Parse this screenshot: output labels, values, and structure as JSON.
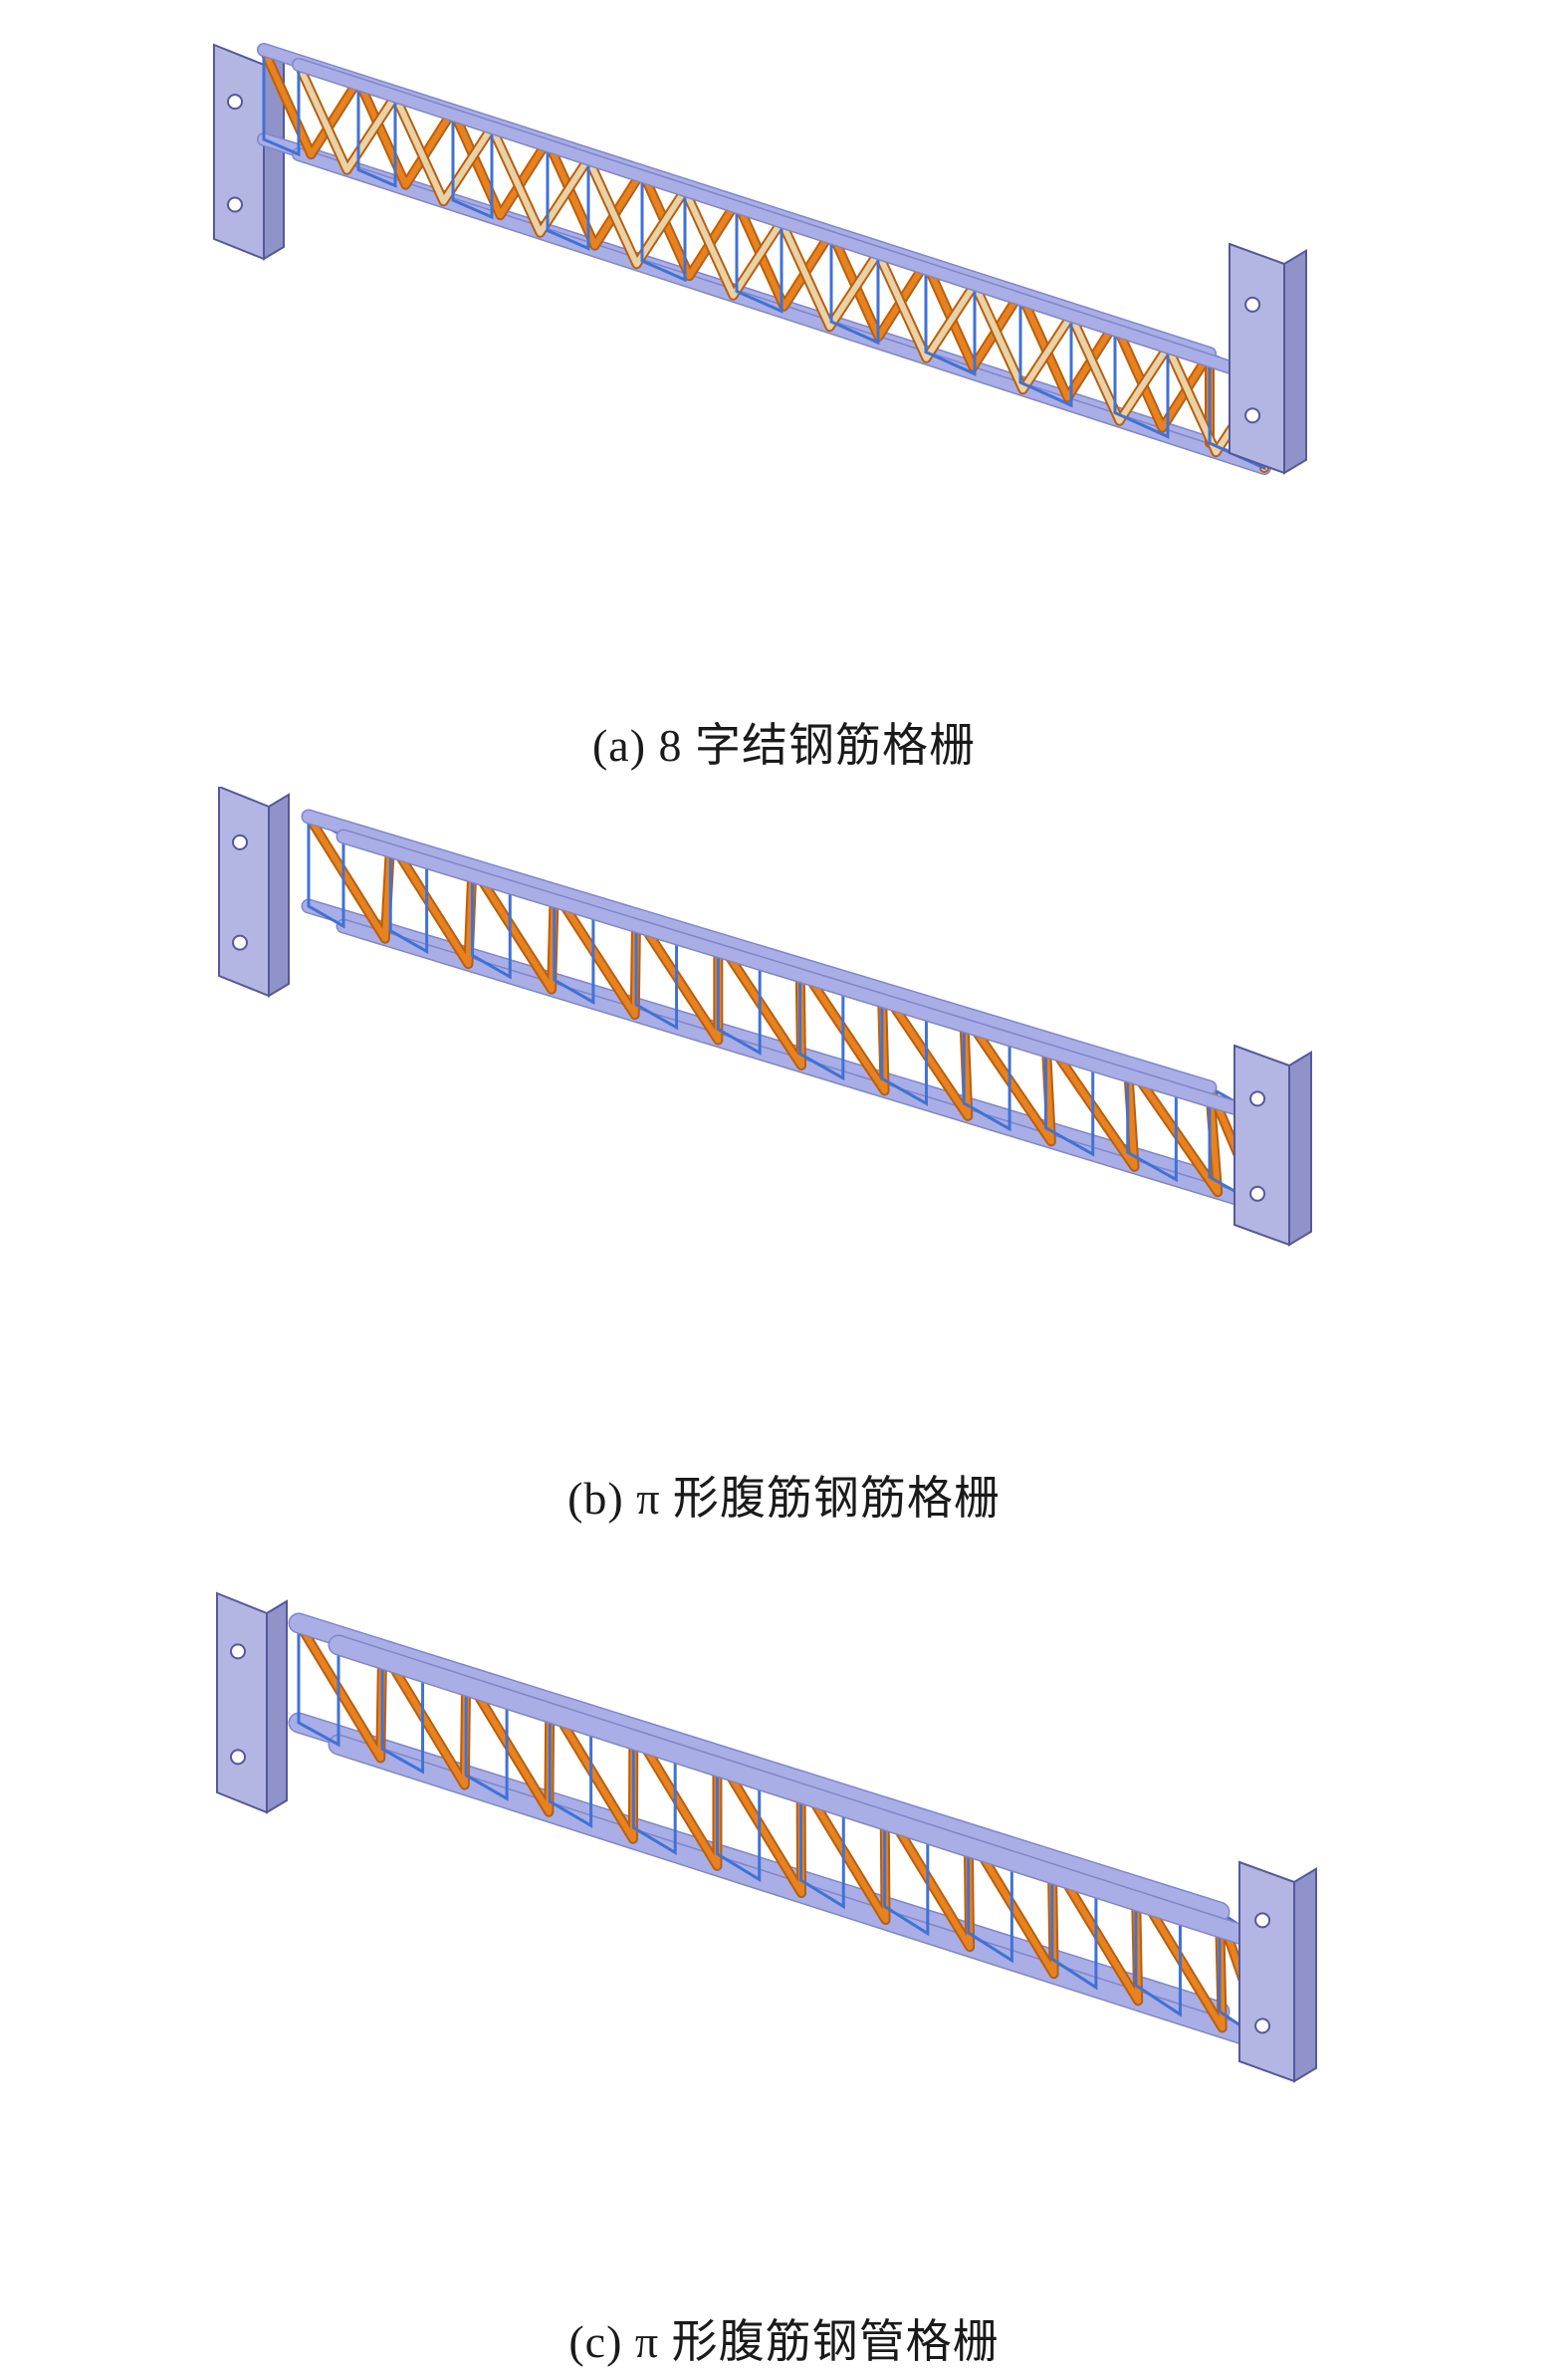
{
  "figure": {
    "panels": [
      {
        "id": "a",
        "caption": "(a) 8 字结钢筋格栅",
        "web_type": "figure-eight",
        "rebar_color": "#e8821e",
        "rebar_color_alt": "#e9d2a6"
      },
      {
        "id": "b",
        "caption": "(b) π 形腹筋钢筋格栅",
        "web_type": "pi-shaped",
        "rebar_color": "#e8821e"
      },
      {
        "id": "c",
        "caption": "(c) π 形腹筋钢管格栅",
        "web_type": "pi-shaped-tube",
        "rebar_color": "#e8821e"
      }
    ],
    "colors": {
      "main_bar": "#a9aee6",
      "main_bar_shade": "#7f86c8",
      "stirrup": "#3f72d6",
      "end_plate": "#b3b6e2",
      "end_plate_shade": "#8f93c9",
      "bolt_hole": "#ffffff"
    }
  }
}
